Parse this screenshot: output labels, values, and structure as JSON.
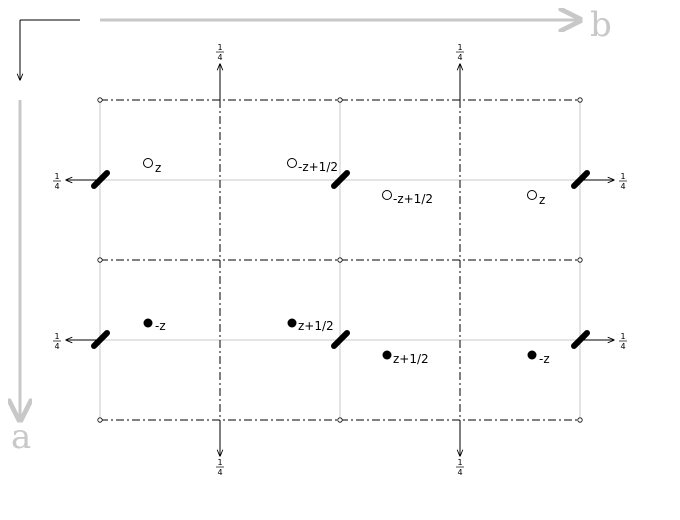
{
  "axes": {
    "b_label": "b",
    "a_label": "a",
    "axis_color": "#c8c8c8"
  },
  "fraction": {
    "numerator": "1",
    "denominator": "4"
  },
  "open_positions": [
    {
      "label": "z"
    },
    {
      "label": "-z+1/2"
    },
    {
      "label": "-z+1/2"
    },
    {
      "label": "z"
    }
  ],
  "filled_positions": [
    {
      "label": "-z"
    },
    {
      "label": "z+1/2"
    },
    {
      "label": "z+1/2"
    },
    {
      "label": "-z"
    }
  ]
}
